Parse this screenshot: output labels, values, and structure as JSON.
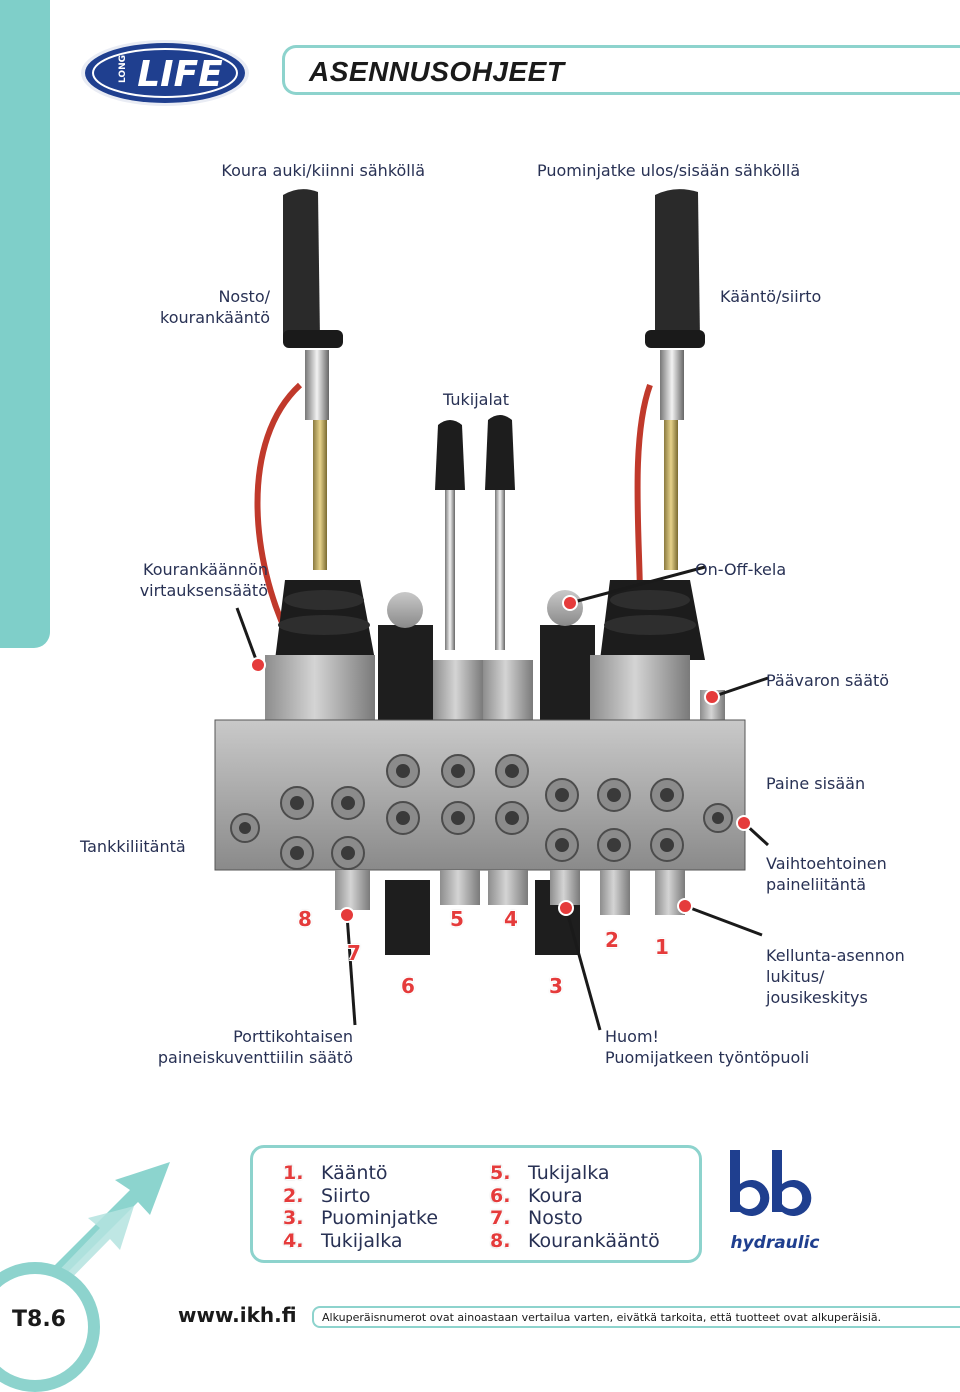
{
  "header": {
    "logo_small": "LONG",
    "logo_main": "LIFE",
    "title": "ASENNUSOHJEET"
  },
  "labels": {
    "koura": "Koura auki/kiinni sähköllä",
    "puominjatke": "Puominjatke ulos/sisään sähköllä",
    "nosto_1": "Nosto/",
    "nosto_2": "kourankääntö",
    "kaanto_siirto": "Kääntö/siirto",
    "tukijalat": "Tukijalat",
    "virtaus_1": "Kourankäännön",
    "virtaus_2": "virtauksensäätö",
    "onoff": "On-Off-kela",
    "paavaron": "Päävaron säätö",
    "paine": "Paine sisään",
    "tankki": "Tankkiliitäntä",
    "vaihto_1": "Vaihtoehtoinen",
    "vaihto_2": "paineliitäntä",
    "kellunta_1": "Kellunta-asennon",
    "kellunta_2": "lukitus/",
    "kellunta_3": "jousikeskitys",
    "portti_1": "Porttikohtaisen",
    "portti_2": "paineiskuventtiilin säätö",
    "huom_1": "Huom!",
    "huom_2": "Puomijatkeen työntöpuoli"
  },
  "section_numbers": [
    "8",
    "7",
    "6",
    "5",
    "4",
    "3",
    "2",
    "1"
  ],
  "legend": [
    {
      "num": "1.",
      "text": "Kääntö"
    },
    {
      "num": "2.",
      "text": "Siirto"
    },
    {
      "num": "3.",
      "text": "Puominjatke"
    },
    {
      "num": "4.",
      "text": "Tukijalka"
    },
    {
      "num": "5.",
      "text": "Tukijalka"
    },
    {
      "num": "6.",
      "text": "Koura"
    },
    {
      "num": "7.",
      "text": "Nosto"
    },
    {
      "num": "8.",
      "text": "Kourankääntö"
    }
  ],
  "brand_logo_text": "hydraulic",
  "footer": {
    "page_code": "T8.6",
    "website": "www.ikh.fi",
    "disclaimer": "Alkuperäisnumerot ovat ainoastaan vertailua varten, eivätkä tarkoita, että tuotteet ovat alkuperäisiä."
  },
  "colors": {
    "teal": "#8dd3cd",
    "marker_red": "#e53b3b",
    "logo_navy": "#1f3f8f",
    "text_navy": "#283154"
  }
}
